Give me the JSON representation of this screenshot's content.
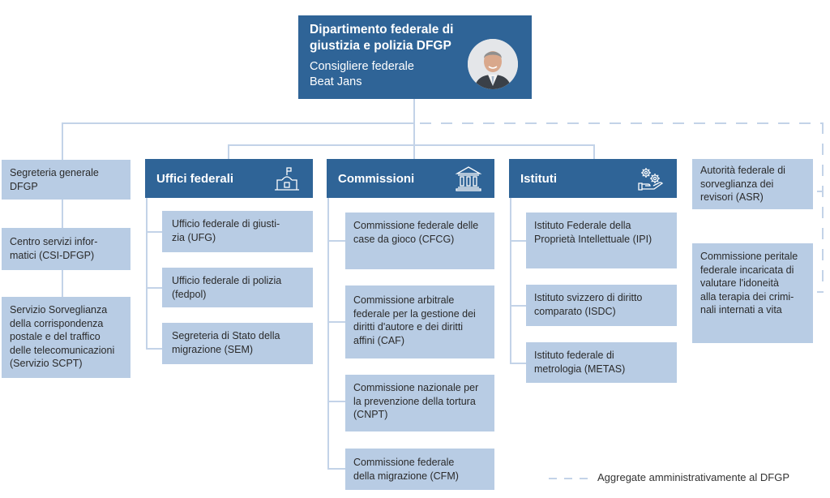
{
  "department": {
    "title": "Dipartimento federale di giustizia e polizia DFGP",
    "title_line1": "Dipartimento federale di",
    "title_line2": "giustizia e polizia DFGP",
    "role_line1": "Consigliere federale",
    "role_line2": "Beat Jans",
    "photo": "portrait-photo"
  },
  "staff_units": [
    {
      "line1": "Segreteria generale",
      "line2": "DFGP"
    },
    {
      "line1": "Centro servizi infor-",
      "line2": "matici (CSI-DFGP)"
    },
    {
      "line1": "Servizio Sorveglianza",
      "line2": "della corrispondenza",
      "line3": "postale e del traffico",
      "line4": "delle telecomunicazioni",
      "line5": "(Servizio SCPT)"
    }
  ],
  "groups": [
    {
      "title": "Uffici federali",
      "icon": "building-flag-icon",
      "items": [
        {
          "line1": "Ufficio federale di giusti-",
          "line2": "zia (UFG)"
        },
        {
          "line1": "Ufficio federale di polizia",
          "line2": "(fedpol)"
        },
        {
          "line1": "Segreteria di Stato della",
          "line2": "migrazione (SEM)"
        }
      ]
    },
    {
      "title": "Commissioni",
      "icon": "institution-columns-icon",
      "items": [
        {
          "line1": "Commissione federale delle",
          "line2": "case da gioco (CFCG)"
        },
        {
          "line1": "Commissione arbitrale",
          "line2": "federale per la gestione dei",
          "line3": "diritti d'autore e dei diritti",
          "line4": "affini (CAF)"
        },
        {
          "line1": "Commissione nazionale per",
          "line2": "la prevenzione della tortura",
          "line3": "(CNPT)"
        },
        {
          "line1": "Commissione federale",
          "line2": "della migrazione (CFM)"
        }
      ]
    },
    {
      "title": "Istituti",
      "icon": "gears-hand-icon",
      "items": [
        {
          "line1": "Istituto Federale della",
          "line2": "Proprietà Intellettuale (IPI)"
        },
        {
          "line1": "Istituto svizzero di diritto",
          "line2": "comparato (ISDC)"
        },
        {
          "line1": "Istituto federale di",
          "line2": "metrologia (METAS)"
        }
      ]
    }
  ],
  "attached_units": [
    {
      "line1": "Autorità federale di",
      "line2": "sorveglianza dei",
      "line3": "revisori (ASR)"
    },
    {
      "line1": "Commissione peritale",
      "line2": "federale incaricata di",
      "line3": "valutare l'idoneità",
      "line4": "alla terapia dei crimi-",
      "line5": "nali internati a vita"
    }
  ],
  "legend": {
    "dashed_line_label": "Aggregate amministrativamente al DFGP"
  },
  "colors": {
    "header_blue": "#2f6497",
    "box_light_blue": "#b8cce4",
    "connector": "#c3d3e8"
  }
}
